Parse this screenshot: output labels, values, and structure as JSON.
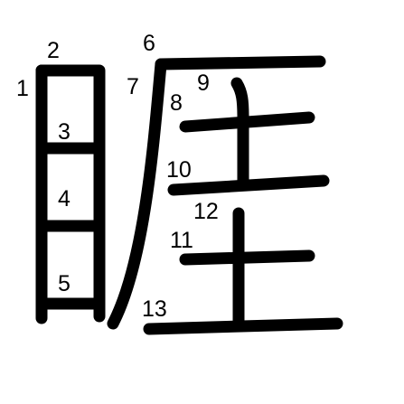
{
  "diagram": {
    "character": "睚",
    "stroke_count": 13,
    "stroke_color": "#000000",
    "background_color": "#ffffff",
    "stroke_numbers": [
      "1",
      "2",
      "3",
      "4",
      "5",
      "6",
      "7",
      "8",
      "9",
      "10",
      "11",
      "12",
      "13"
    ]
  }
}
